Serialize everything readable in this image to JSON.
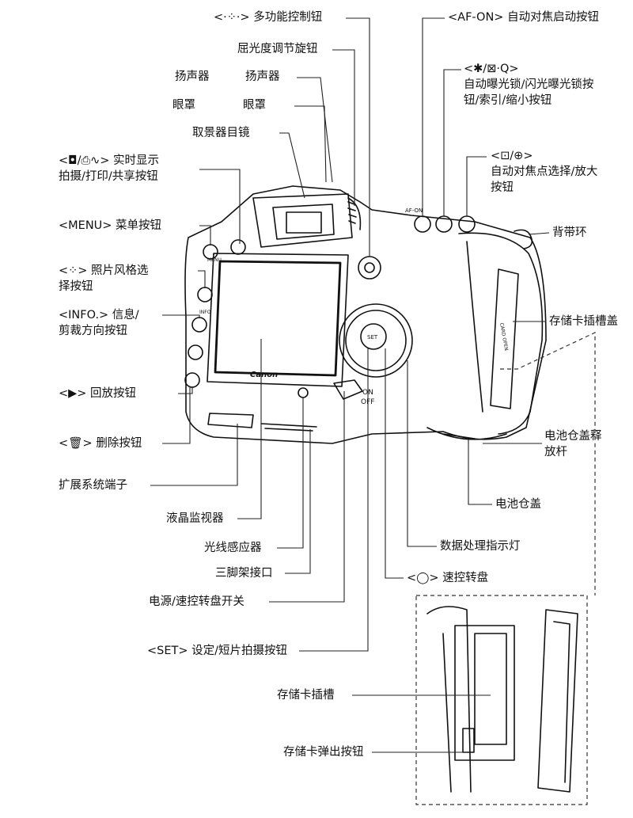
{
  "labels": {
    "multi_controller": "<·⁘·> 多功能控制钮",
    "diopter": "屈光度调节旋钮",
    "speaker_a": "扬声器",
    "speaker_b": "扬声器",
    "eyecup_a": "眼罩",
    "eyecup_b": "眼罩",
    "eyepiece": "取景器目镜",
    "liveview_1": "<◘/⎙∿> 实时显示",
    "liveview_2": "拍摄/打印/共享按钮",
    "menu": "<MENU> 菜单按钮",
    "picstyle_1": "<⁘> 照片风格选",
    "picstyle_2": "择按钮",
    "info_1": "<INFO.> 信息/",
    "info_2": "剪裁方向按钮",
    "playback": "<▶> 回放按钮",
    "erase": "<🗑> 删除按钮",
    "ext_terminal": "扩展系统端子",
    "lcd": "液晶监视器",
    "light_sensor": "光线感应器",
    "tripod": "三脚架接口",
    "power_switch": "电源/速控转盘开关",
    "set_btn": "<SET> 设定/短片拍摄按钮",
    "af_on": "<AF-ON> 自动对焦启动按钮",
    "ae_lock_1": "<✱/⊠·Q>",
    "ae_lock_2": "自动曝光锁/闪光曝光锁按",
    "ae_lock_3": "钮/索引/缩小按钮",
    "af_point_1": "<⊡/⊕>",
    "af_point_2": "自动对焦点选择/放大",
    "af_point_3": "按钮",
    "strap": "背带环",
    "card_cover": "存储卡插槽盖",
    "batt_release_1": "电池仓盖释",
    "batt_release_2": "放杆",
    "batt_cover": "电池仓盖",
    "access_lamp": "数据处理指示灯",
    "quick_dial": "<◯> 速控转盘",
    "card_slot": "存储卡插槽",
    "card_eject": "存储卡弹出按钮"
  },
  "body_marks": {
    "brand": "Canon",
    "set": "SET",
    "on": "ON",
    "off": "OFF",
    "af_on": "AF-ON",
    "menu": "MENU",
    "info": "INFO",
    "card_open": "CARD OPEN"
  }
}
